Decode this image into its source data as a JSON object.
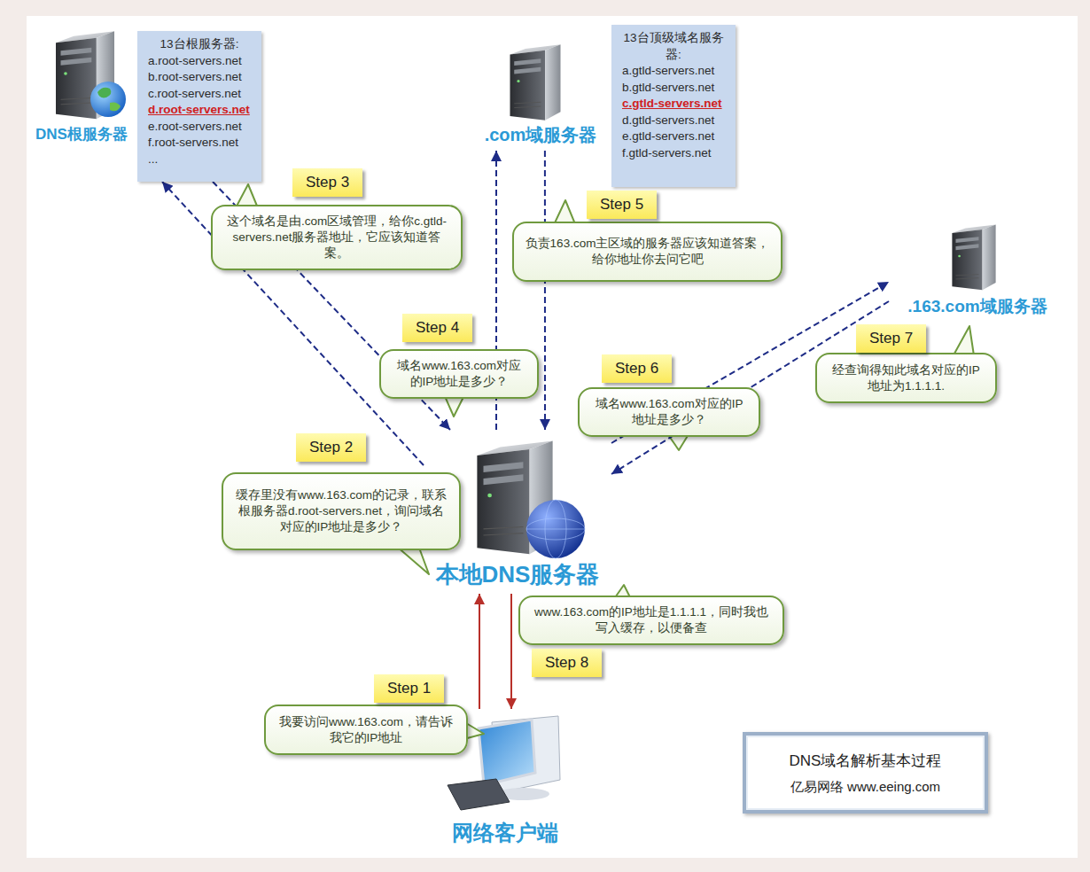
{
  "diagram": {
    "nodes": [
      {
        "text": [
          "DNS根服务器"
        ]
      },
      {
        "text": [
          "13台根服务器:",
          "a.root-servers.net",
          "b.root-servers.net",
          "c.root-servers.net",
          "d.root-servers.net",
          "e.root-servers.net",
          "f.root-servers.net",
          "..."
        ]
      },
      {
        "text": [
          ".com域服务器"
        ]
      },
      {
        "text": [
          "13台顶级域名服务器:",
          "a.gtld-servers.net",
          "b.gtld-servers.net",
          "c.gtld-servers.net",
          "d.gtld-servers.net",
          "e.gtld-servers.net",
          "f.gtld-servers.net"
        ]
      },
      {
        "text": [
          "Step 3",
          "这个域名是由.com区域管理，给你c.gtld-servers.net服务器地址，它应该知道答案。"
        ]
      },
      {
        "text": [
          "Step 5",
          "负责163.com主区域的服务器应该知道答案，给你地址你去问它吧"
        ]
      },
      {
        "text": [
          ".163.com域服务器"
        ]
      },
      {
        "text": [
          "Step 4",
          "域名www.163.com对应的IP地址是多少？"
        ]
      },
      {
        "text": [
          "Step 7",
          "经查询得知此域名对应的IP地址为1.1.1.1."
        ]
      },
      {
        "text": [
          "Step 6",
          "域名www.163.com对应的IP地址是多少？"
        ]
      },
      {
        "text": [
          "Step 2",
          "缓存里没有www.163.com的记录，联系根服务器d.root-servers.net，询问域名对应的IP地址是多少？"
        ]
      },
      {
        "text": [
          "本地DNS服务器"
        ]
      },
      {
        "text": [
          "Step 8",
          "www.163.com的IP地址是1.1.1.1，同时我也写入缓存，以便备查"
        ]
      },
      {
        "text": [
          "Step 1",
          "我要访问www.163.com，请告诉我它的IP地址"
        ]
      },
      {
        "text": [
          "网络客户端"
        ]
      },
      {
        "text": [
          "DNS域名解析基本过程",
          "亿易网络 www.eeing.com"
        ]
      }
    ],
    "edges": [
      {
        "from": 14,
        "to": 11,
        "arrow": "to"
      },
      {
        "from": 11,
        "to": 1,
        "arrow": "to"
      },
      {
        "from": 1,
        "to": 11,
        "arrow": "to"
      },
      {
        "from": 11,
        "to": 2,
        "arrow": "to"
      },
      {
        "from": 2,
        "to": 11,
        "arrow": "to"
      },
      {
        "from": 11,
        "to": 6,
        "arrow": "to"
      },
      {
        "from": 6,
        "to": 11,
        "arrow": "to"
      },
      {
        "from": 11,
        "to": 14,
        "arrow": "to"
      }
    ]
  }
}
